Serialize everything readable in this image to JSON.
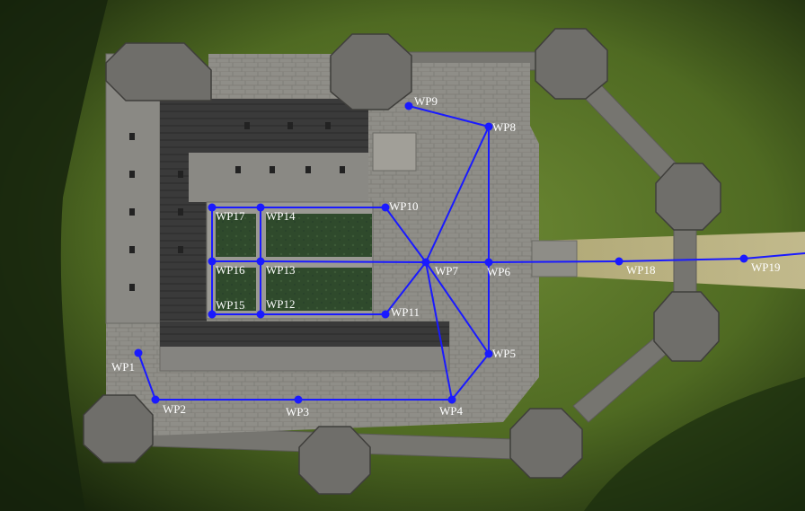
{
  "map": {
    "route_color": "#1a1aff",
    "label_color": "#ffffff",
    "waypoints": [
      {
        "id": "WP1",
        "label": "WP1"
      },
      {
        "id": "WP2",
        "label": "WP2"
      },
      {
        "id": "WP3",
        "label": "WP3"
      },
      {
        "id": "WP4",
        "label": "WP4"
      },
      {
        "id": "WP5",
        "label": "WP5"
      },
      {
        "id": "WP6",
        "label": "WP6"
      },
      {
        "id": "WP7",
        "label": "WP7"
      },
      {
        "id": "WP8",
        "label": "WP8"
      },
      {
        "id": "WP9",
        "label": "WP9"
      },
      {
        "id": "WP10",
        "label": "WP10"
      },
      {
        "id": "WP11",
        "label": "WP11"
      },
      {
        "id": "WP12",
        "label": "WP12"
      },
      {
        "id": "WP13",
        "label": "WP13"
      },
      {
        "id": "WP14",
        "label": "WP14"
      },
      {
        "id": "WP15",
        "label": "WP15"
      },
      {
        "id": "WP16",
        "label": "WP16"
      },
      {
        "id": "WP17",
        "label": "WP17"
      },
      {
        "id": "WP18",
        "label": "WP18"
      },
      {
        "id": "WP19",
        "label": "WP19"
      }
    ],
    "edges": [
      [
        "WP1",
        "WP2"
      ],
      [
        "WP2",
        "WP3"
      ],
      [
        "WP3",
        "WP4"
      ],
      [
        "WP4",
        "WP5"
      ],
      [
        "WP5",
        "WP6"
      ],
      [
        "WP6",
        "WP8"
      ],
      [
        "WP8",
        "WP9"
      ],
      [
        "WP8",
        "WP7"
      ],
      [
        "WP7",
        "WP4"
      ],
      [
        "WP7",
        "WP10"
      ],
      [
        "WP7",
        "WP11"
      ],
      [
        "WP5",
        "WP7"
      ],
      [
        "WP10",
        "WP14"
      ],
      [
        "WP14",
        "WP17"
      ],
      [
        "WP11",
        "WP12"
      ],
      [
        "WP12",
        "WP15"
      ],
      [
        "WP17",
        "WP16"
      ],
      [
        "WP16",
        "WP15"
      ],
      [
        "WP14",
        "WP13"
      ],
      [
        "WP13",
        "WP12"
      ],
      [
        "WP16",
        "WP13"
      ],
      [
        "WP13",
        "WP7"
      ],
      [
        "WP7",
        "WP6"
      ],
      [
        "WP6",
        "WP18"
      ],
      [
        "WP18",
        "WP19"
      ]
    ]
  }
}
